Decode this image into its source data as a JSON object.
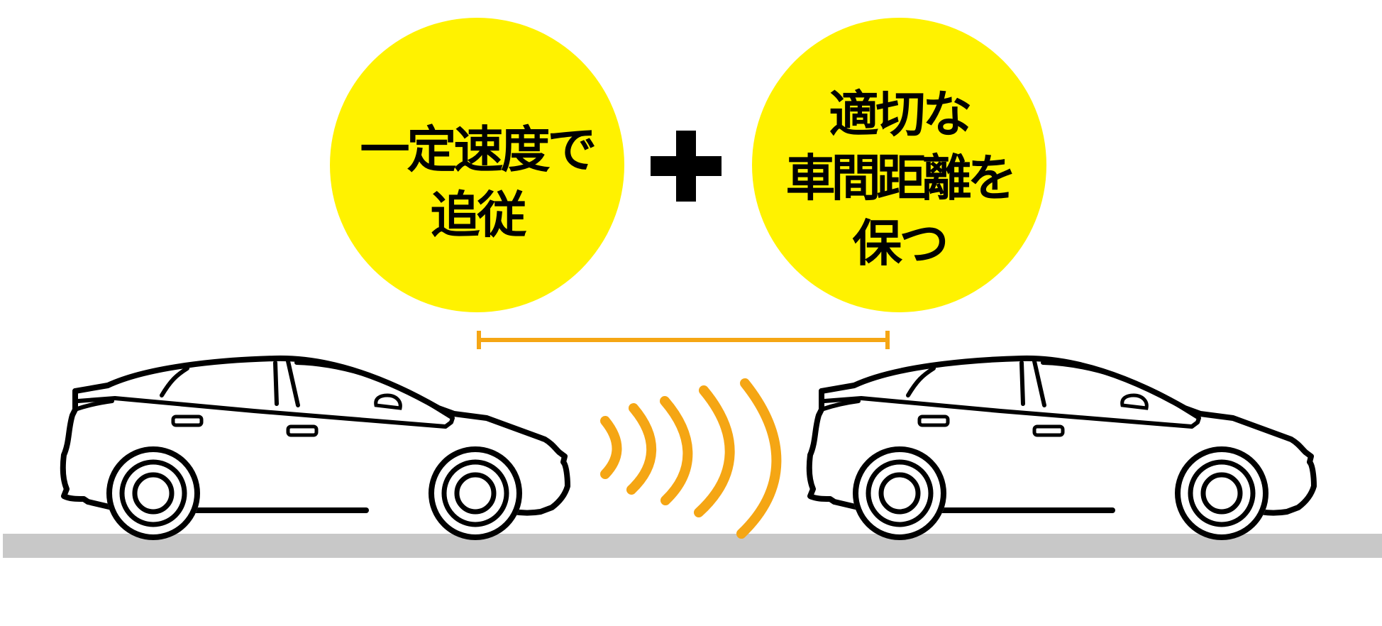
{
  "bubble_left": {
    "line1": "一定速度で",
    "line2": "追従"
  },
  "bubble_right": {
    "line1": "適切な",
    "line2": "車間距離を",
    "line3": "保つ"
  },
  "colors": {
    "bubble": "#fff200",
    "accent": "#f5a614",
    "road": "#c8c8c8",
    "outline": "#000000"
  },
  "icons": [
    "plus-icon",
    "car-icon",
    "radar-wave-icon",
    "distance-bracket-icon"
  ]
}
